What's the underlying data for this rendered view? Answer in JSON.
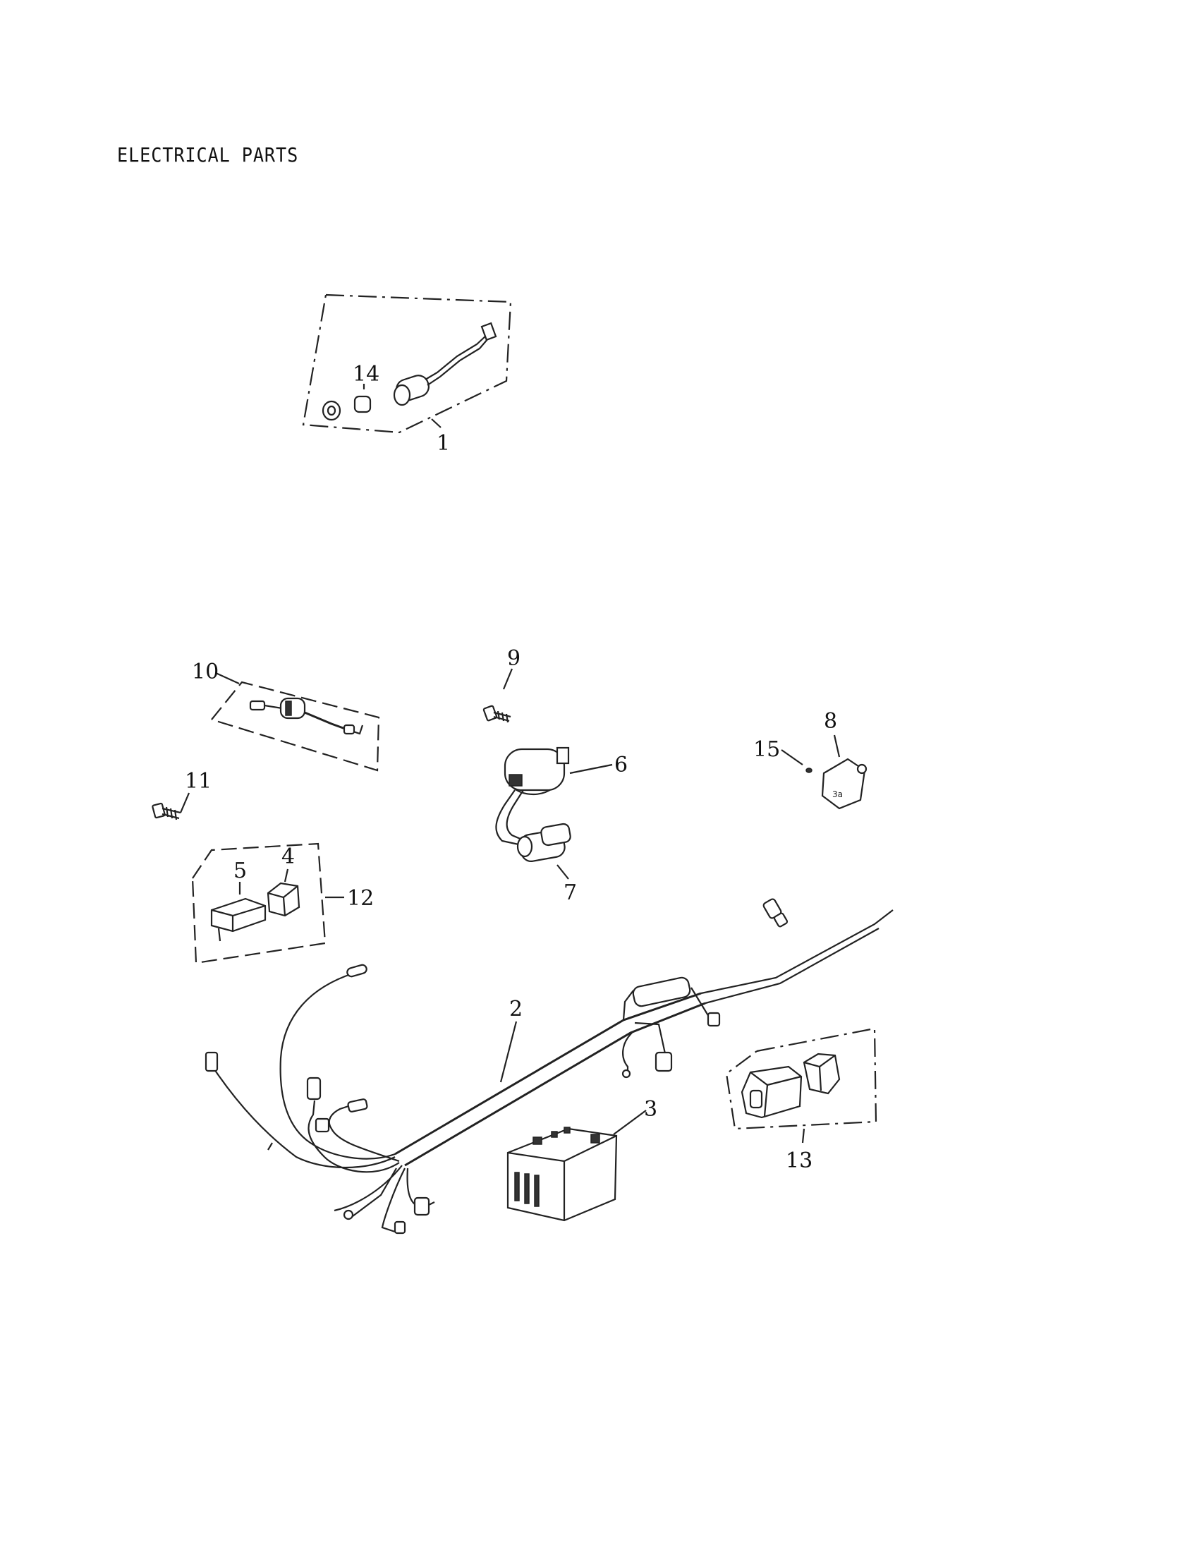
{
  "title": "ELECTRICAL PARTS",
  "callouts": {
    "c1": "1",
    "c2": "2",
    "c3": "3",
    "c4": "4",
    "c5": "5",
    "c6": "6",
    "c7": "7",
    "c8": "8",
    "c9": "9",
    "c10": "10",
    "c11": "11",
    "c12": "12",
    "c13": "13",
    "c14": "14",
    "c15": "15"
  }
}
